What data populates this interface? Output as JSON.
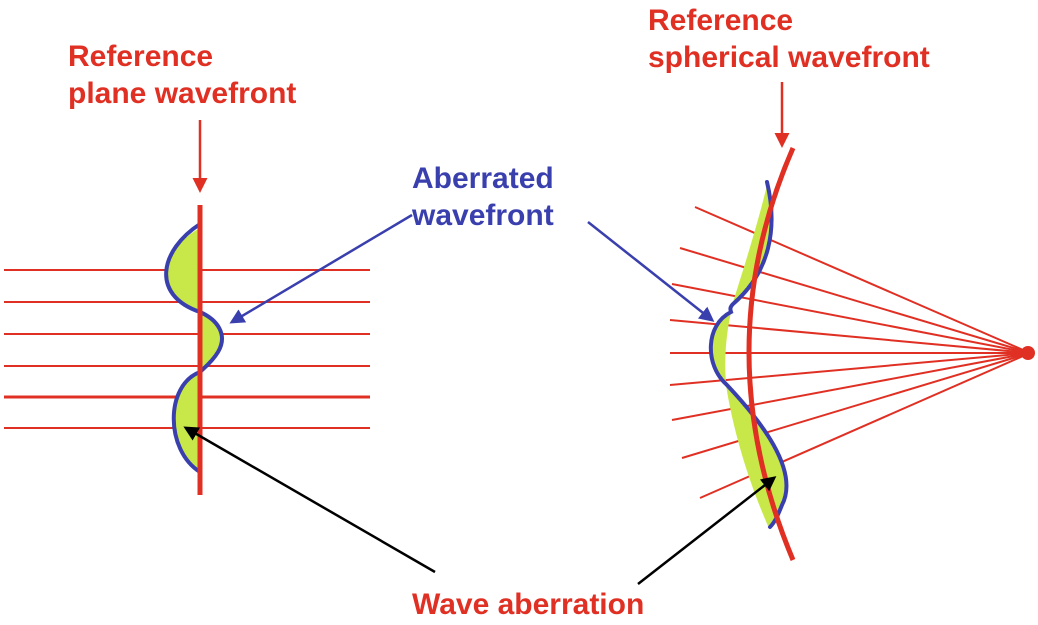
{
  "colors": {
    "reference": "#e03024",
    "aberrated": "#3a3fae",
    "aberration_fill": "#c8e84a",
    "pointer": "#000000",
    "background": "#ffffff"
  },
  "labels": {
    "plane": {
      "line1": "Reference",
      "line2": "plane wavefront"
    },
    "spherical": {
      "line1": "Reference",
      "line2": "spherical wavefront"
    },
    "aberrated": {
      "line1": "Aberrated",
      "line2": "wavefront"
    },
    "wave_aberration": "Wave aberration"
  }
}
